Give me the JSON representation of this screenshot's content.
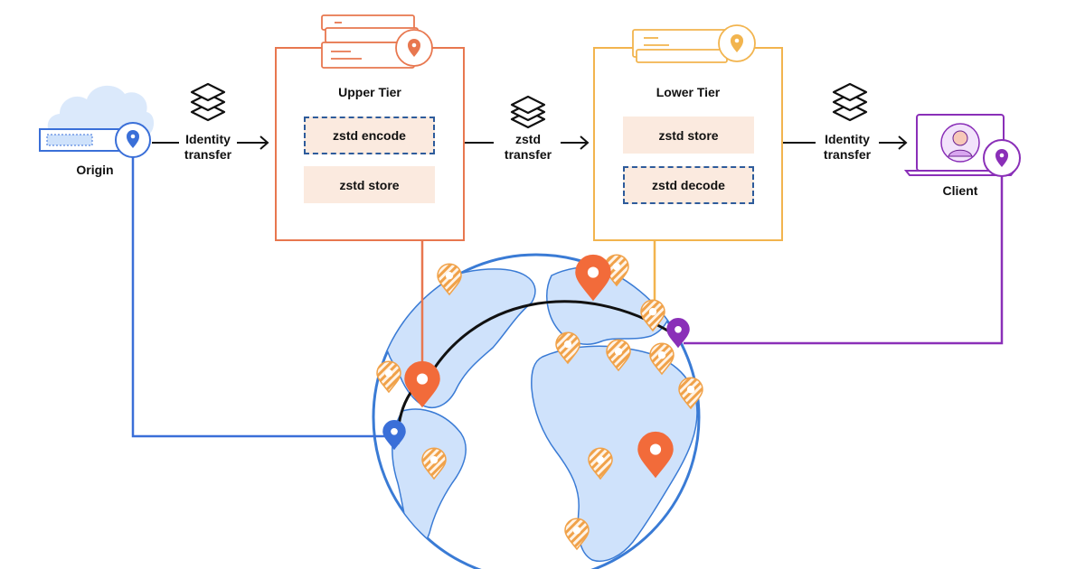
{
  "nodes": {
    "origin": "Origin",
    "client": "Client"
  },
  "transfers": {
    "left": [
      "Identity",
      "transfer"
    ],
    "middle": [
      "zstd",
      "transfer"
    ],
    "right": [
      "Identity",
      "transfer"
    ]
  },
  "upper_tier": {
    "title": "Upper Tier",
    "ops": [
      "zstd encode",
      "zstd store"
    ]
  },
  "lower_tier": {
    "title": "Lower Tier",
    "ops": [
      "zstd store",
      "zstd decode"
    ]
  },
  "colors": {
    "upper": "#e8774f",
    "lower": "#f2b44e",
    "origin": "#3a6fd8",
    "client": "#8a2fb8",
    "globe_fill": "#cfe2fb",
    "globe_stroke": "#3a7bd5",
    "pin_orange": "#f26b3a",
    "pin_striped": "#f0a24a",
    "op_fill": "#fbeadf",
    "dash": "#2d5b9b"
  }
}
